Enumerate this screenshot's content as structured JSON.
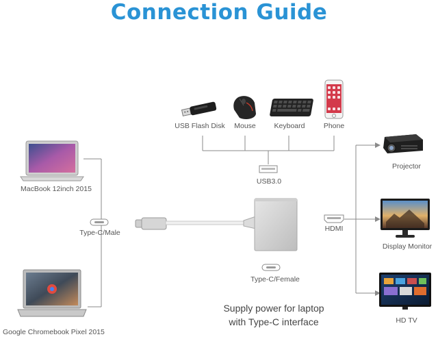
{
  "title": "Connection Guide",
  "usb_devices": {
    "flash_disk": "USB Flash Disk",
    "mouse": "Mouse",
    "keyboard": "Keyboard",
    "phone": "Phone"
  },
  "usb_port": "USB3.0",
  "left_devices": {
    "macbook": "MacBook 12inch 2015",
    "chromebook": "Google Chromebook Pixel 2015"
  },
  "connector_male": "Type-C/Male",
  "connector_female": "Type-C/Female",
  "hdmi": "HDMI",
  "right_devices": {
    "projector": "Projector",
    "monitor": "Display Monitor",
    "tv": "HD TV"
  },
  "power_note": {
    "line1": "Supply power for laptop",
    "line2": "with Type-C interface"
  },
  "colors": {
    "title": "#2a93d5",
    "lines": "#8a8a8a"
  }
}
